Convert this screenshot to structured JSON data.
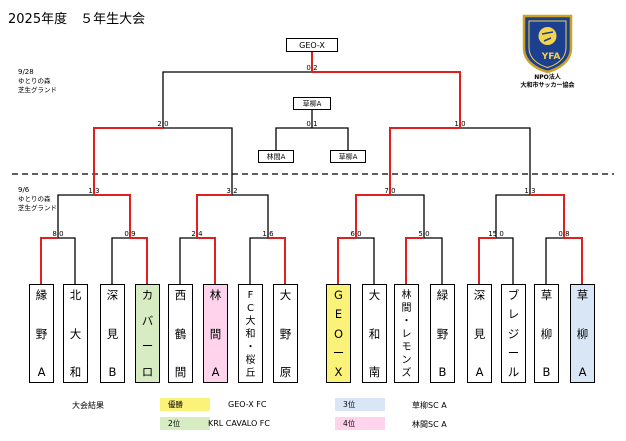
{
  "header": {
    "title": "2025年度　５年生大会"
  },
  "venue_top": {
    "date": "9/28",
    "place": "ゆとりの森",
    "ground": "芝生グランド"
  },
  "venue_bottom": {
    "date": "9/6",
    "place": "ゆとりの森",
    "ground": "芝生グランド"
  },
  "organizer": {
    "name": "NPO法人",
    "name2": "大和市サッカー協会",
    "logo_text": "YFA"
  },
  "bracket": {
    "champion": "GEO-X",
    "third_place": "草柳A",
    "semifinal_losers": [
      "林間A",
      "草柳A"
    ],
    "final_score": "0 2",
    "third_score": "0 1",
    "semi_scores": [
      "2 0",
      "1 0"
    ],
    "qf_scores": [
      "1 3",
      "3 2",
      "7 0",
      "1 3"
    ],
    "r1_scores": [
      "8 0",
      "0 9",
      "2 4",
      "1 6",
      "6 0",
      "5 0",
      "15 0",
      "0 8"
    ]
  },
  "teams": [
    [
      "縁",
      "野",
      "A"
    ],
    [
      "北",
      "大",
      "和"
    ],
    [
      "深",
      "見",
      "B"
    ],
    [
      "カ",
      "バ",
      "ー",
      "ロ"
    ],
    [
      "西",
      "鶴",
      "間"
    ],
    [
      "林",
      "間",
      "A"
    ],
    [
      "F",
      "C",
      "大",
      "和",
      "・",
      "桜",
      "丘"
    ],
    [
      "大",
      "野",
      "原"
    ],
    [
      "G",
      "E",
      "O",
      "ー",
      "X"
    ],
    [
      "大",
      "和",
      "南"
    ],
    [
      "林",
      "間",
      "・",
      "レ",
      "モ",
      "ン",
      "ズ"
    ],
    [
      "緑",
      "野",
      "B"
    ],
    [
      "深",
      "見",
      "A"
    ],
    [
      "ブ",
      "レ",
      "ジ",
      "ー",
      "ル"
    ],
    [
      "草",
      "柳",
      "B"
    ],
    [
      "草",
      "柳",
      "A"
    ]
  ],
  "results": {
    "heading": "大会結果",
    "first_label": "優勝",
    "first_team": "GEO-X FC",
    "second_label": "2位",
    "second_team": "KRL CAVALO FC",
    "third_label": "3位",
    "third_team": "草柳SC A",
    "fourth_label": "4位",
    "fourth_team": "林間SC A"
  },
  "colors": {
    "win_line": "#e0201e",
    "line": "#000000",
    "gold": "#fbf27a",
    "green": "#d7ecc3",
    "pink": "#ffd3ec",
    "blue": "#d9e6f5"
  }
}
